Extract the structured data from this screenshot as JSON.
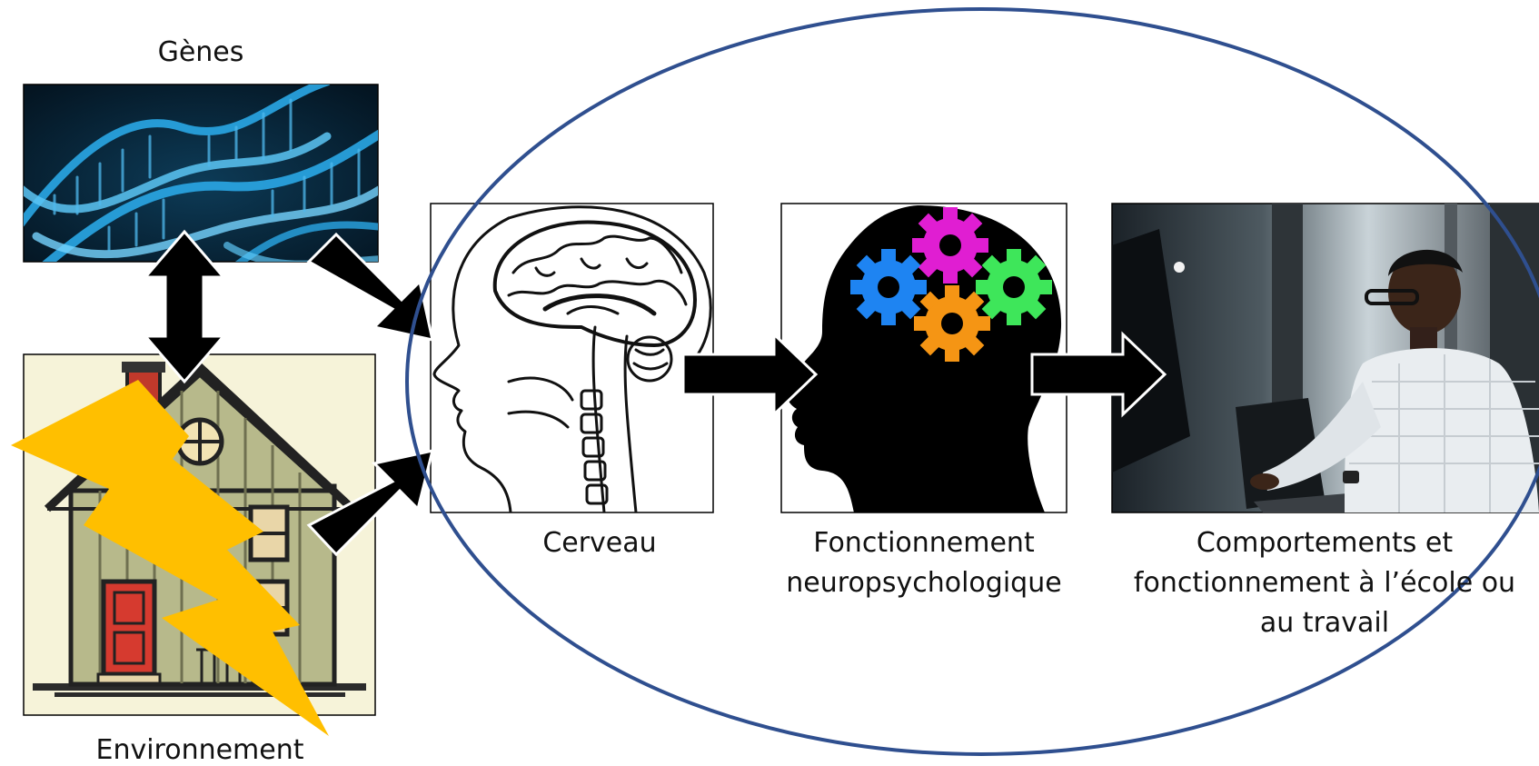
{
  "labels": {
    "genes": "Gènes",
    "environment": "Environnement",
    "brain": "Cerveau",
    "neuro_line1": "Fonctionnement",
    "neuro_line2": "neuropsychologique",
    "behavior_line1": "Comportements et",
    "behavior_line2": "fonctionnement à l’école ou",
    "behavior_line3": "au travail"
  },
  "colors": {
    "ellipse_stroke": "#2f4f8f",
    "arrow_fill": "#000000",
    "lightning": "#ffbf00",
    "dna_background": "#062437",
    "dna_strand": "#2aa7e6",
    "house_background": "#f6f3d9",
    "gear_magenta": "#e01ed2",
    "gear_blue": "#1e84f2",
    "gear_green": "#3ee65a",
    "gear_orange": "#f59514"
  },
  "icons": {
    "genes_image": "dna-double-helix",
    "environment_image": "house-with-lightning",
    "brain_image": "head-brain-cross-section",
    "neuro_image": "head-silhouette-gears",
    "behavior_image": "person-at-computer-photo"
  }
}
